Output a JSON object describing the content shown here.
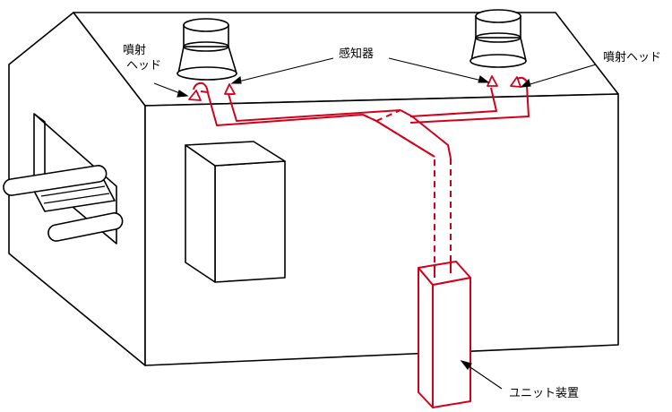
{
  "labels": {
    "spray_head_left_line1": "噴射",
    "spray_head_left_line2": "ヘッド",
    "detector": "感知器",
    "spray_head_right": "噴射ヘッド",
    "unit_device": "ユニット装置"
  },
  "colors": {
    "outline": "#000000",
    "fill": "#ffffff",
    "pipe": "#d0021b"
  }
}
